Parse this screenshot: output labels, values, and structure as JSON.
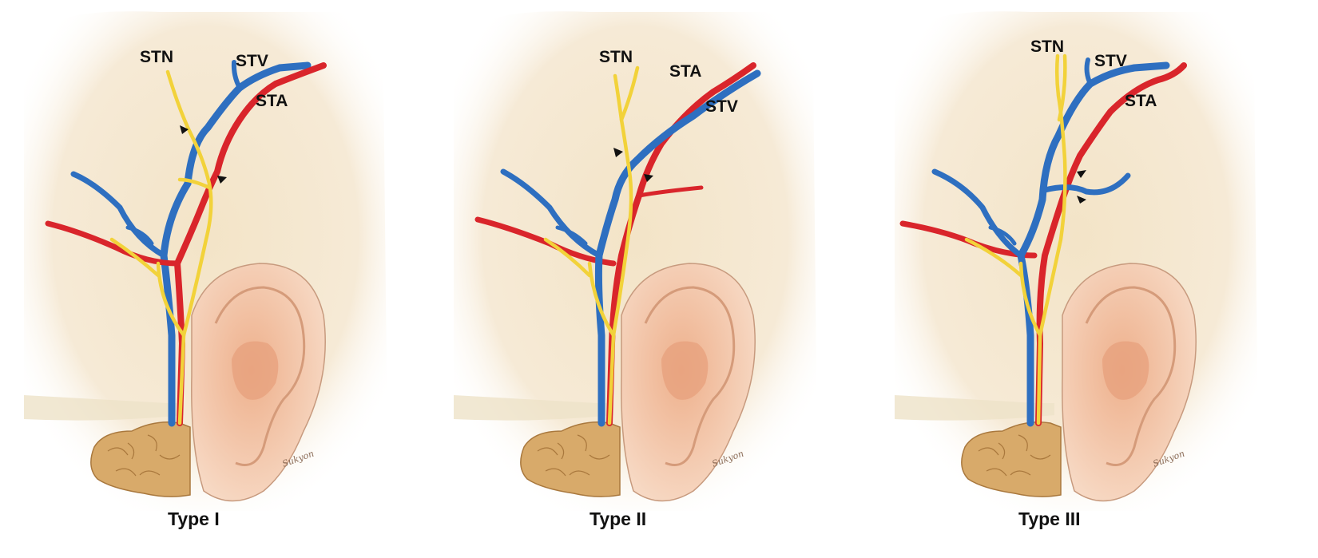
{
  "panels": [
    {
      "id": "type-1",
      "caption": "Type I",
      "labels": {
        "stn": "STN",
        "stv": "STV",
        "sta": "STA"
      },
      "signature": "Sukyon"
    },
    {
      "id": "type-2",
      "caption": "Type II",
      "labels": {
        "stn": "STN",
        "sta": "STA",
        "stv": "STV"
      },
      "signature": "Sukyon"
    },
    {
      "id": "type-3",
      "caption": "Type III",
      "labels": {
        "stn": "STN",
        "stv": "STV",
        "sta": "STA"
      },
      "signature": "Sukyon"
    }
  ],
  "colors": {
    "artery": "#d9252b",
    "vein": "#2e6fc0",
    "nerve": "#f2d23a",
    "skin": "#f6e9d1",
    "ear": "#f4cfb4",
    "gland": "#d8aa6a"
  }
}
